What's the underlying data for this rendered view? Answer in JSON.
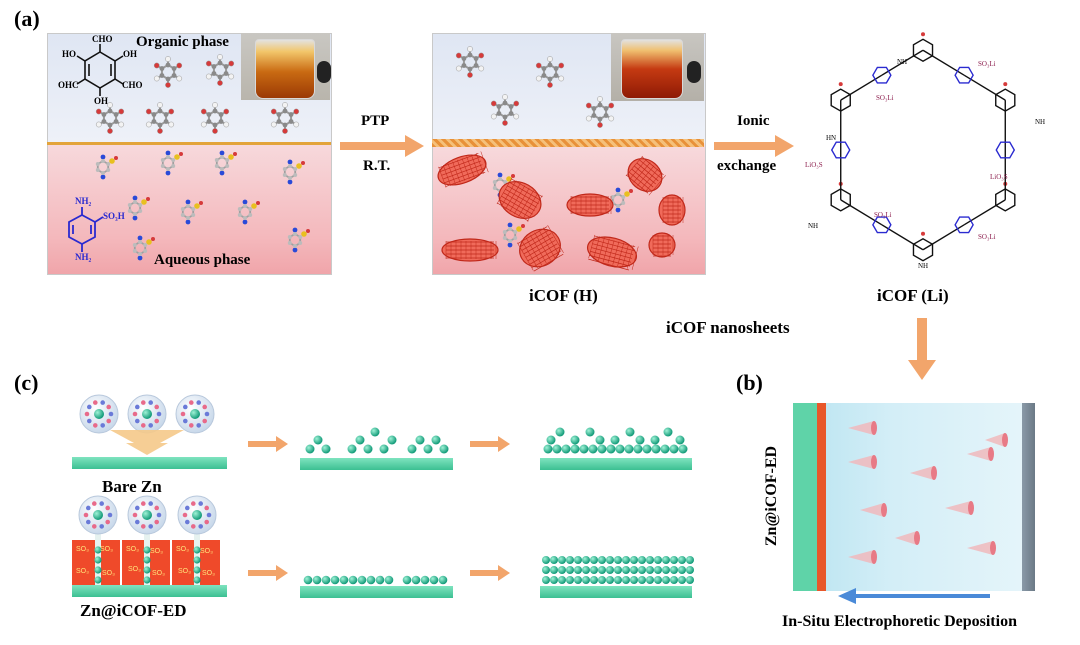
{
  "panel_a": {
    "letter": "(a)",
    "organic_phase": "Organic phase",
    "aqueous_phase": "Aqueous phase",
    "arrow1_top": "PTP",
    "arrow1_bottom": "R.T.",
    "arrow2_top": "Ionic",
    "arrow2_bottom": "exchange",
    "product1": "iCOF (H)",
    "product2": "iCOF (Li)",
    "nanosheets": "iCOF nanosheets",
    "mol_tp": {
      "cho": "CHO",
      "ho": "HO",
      "oh": "OH",
      "ohc": "OHC"
    },
    "mol_amine": {
      "nh2": "NH₂",
      "so3h": "SO₃H"
    },
    "ring_labels": {
      "nh": "NH",
      "hn": "HN",
      "so3li": "SO₃Li",
      "liso3": "LiO₃S",
      "o": "O"
    }
  },
  "panel_b": {
    "letter": "(b)",
    "side_label": "Zn@iCOF-ED",
    "caption": "In-Situ Electrophoretic Deposition"
  },
  "panel_c": {
    "letter": "(c)",
    "bare_label": "Bare Zn",
    "coated_label": "Zn@iCOF-ED",
    "so3_tag": "SO₃"
  },
  "colors": {
    "arrow": "#f2a56b",
    "zn_substrate": "#5fd3a8",
    "zn_ball": "#1fae8c",
    "cof_red": "#e04a3a",
    "cof_orange": "#f26a2a",
    "amine_blue": "#2a2ad0"
  }
}
